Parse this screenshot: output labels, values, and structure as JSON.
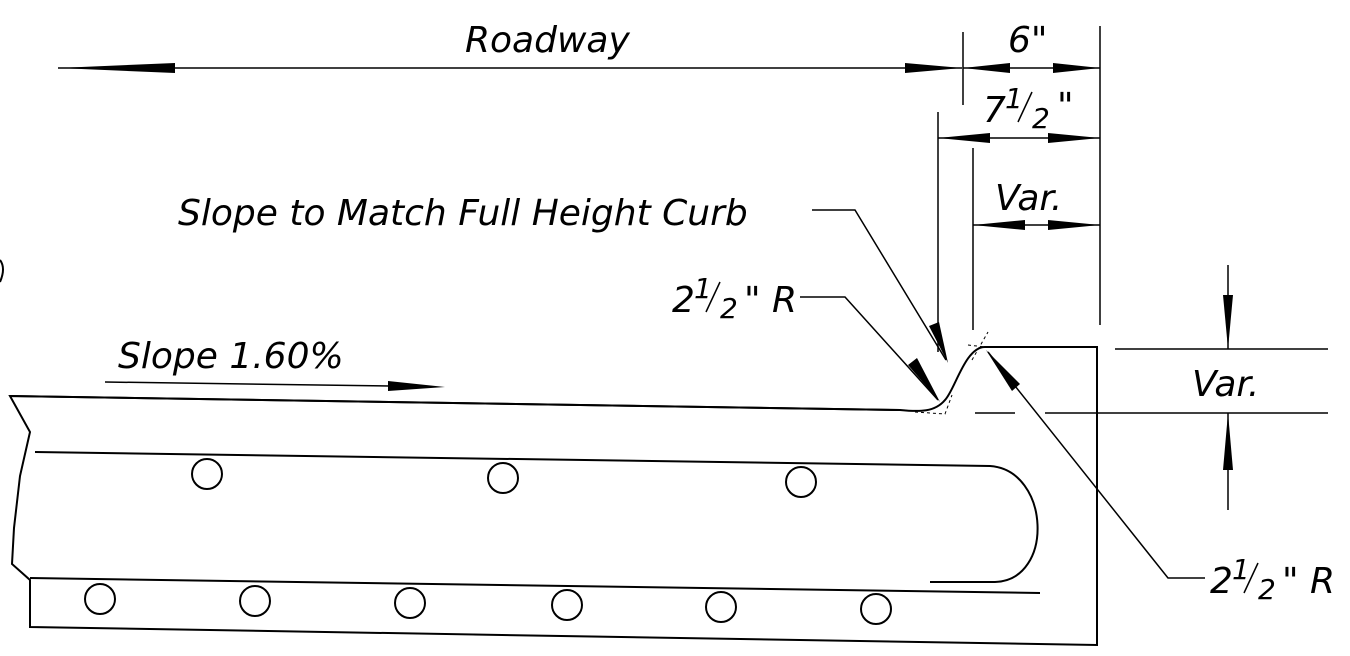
{
  "labels": {
    "roadway": "Roadway",
    "six_in": "6\"",
    "seven_half_whole": "7",
    "seven_half_num": "1",
    "seven_half_den": "2",
    "seven_half_mark": "\"",
    "var_top": "Var.",
    "var_side": "Var.",
    "slope_note": "Slope to Match Full Height Curb",
    "r_left_whole": "2",
    "r_left_num": "1",
    "r_left_den": "2",
    "r_left_suffix": "\" R",
    "r_right_whole": "2",
    "r_right_num": "1",
    "r_right_den": "2",
    "r_right_suffix": "\" R",
    "slope_pct": "Slope 1.60%"
  },
  "colors": {
    "line": "#000000",
    "background": "#ffffff"
  }
}
